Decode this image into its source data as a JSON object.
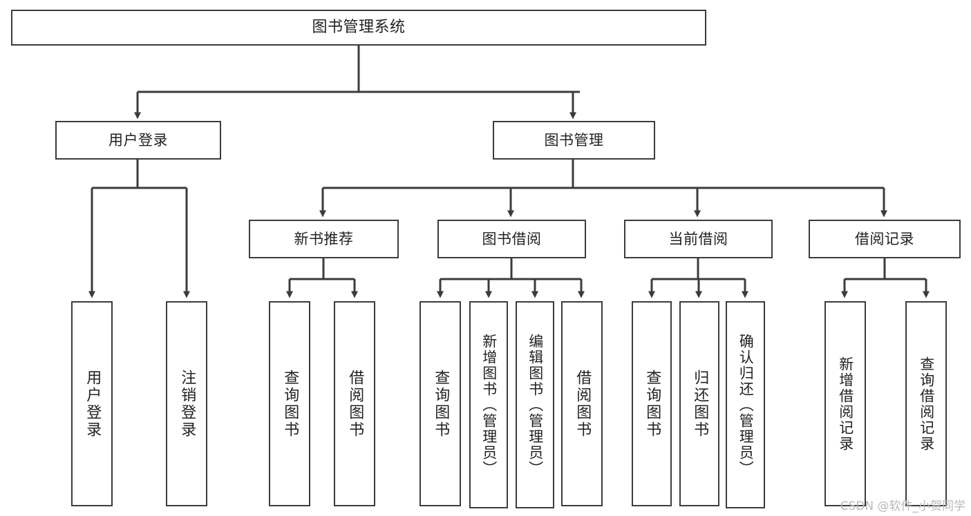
{
  "diagram": {
    "title": "图书管理系统",
    "type": "tree-hierarchy",
    "watermark": "CSDN @软件_小贺同学",
    "colors": {
      "stroke": "#3b3b3b",
      "fill": "#ffffff",
      "text": "#222222",
      "watermark": "#b9b9b9"
    },
    "nodes": {
      "root": {
        "label": "图书管理系统"
      },
      "level1": [
        {
          "id": "user-login",
          "label": "用户登录"
        },
        {
          "id": "book-manage",
          "label": "图书管理"
        }
      ],
      "level2": [
        {
          "id": "new-book-recommend",
          "label": "新书推荐"
        },
        {
          "id": "book-borrow",
          "label": "图书借阅"
        },
        {
          "id": "current-borrow",
          "label": "当前借阅"
        },
        {
          "id": "borrow-record",
          "label": "借阅记录"
        }
      ],
      "leaves": {
        "user_login": [
          {
            "id": "leaf-user-login",
            "label": "用户登录"
          },
          {
            "id": "leaf-logout",
            "label": "注销登录"
          }
        ],
        "new_book_recommend": [
          {
            "id": "leaf-query-book-1",
            "label": "查询图书"
          },
          {
            "id": "leaf-borrow-book-1",
            "label": "借阅图书"
          }
        ],
        "book_borrow": [
          {
            "id": "leaf-query-book-2",
            "label": "查询图书"
          },
          {
            "id": "leaf-add-book",
            "label": "新增图书（管理员）"
          },
          {
            "id": "leaf-edit-book",
            "label": "编辑图书（管理员）"
          },
          {
            "id": "leaf-borrow-book-2",
            "label": "借阅图书"
          }
        ],
        "current_borrow": [
          {
            "id": "leaf-query-book-3",
            "label": "查询图书"
          },
          {
            "id": "leaf-return-book",
            "label": "归还图书"
          },
          {
            "id": "leaf-confirm-return",
            "label": "确认归还（管理员）"
          }
        ],
        "borrow_record": [
          {
            "id": "leaf-add-record",
            "label": "新增借阅记录"
          },
          {
            "id": "leaf-query-record",
            "label": "查询借阅记录"
          }
        ]
      }
    }
  }
}
